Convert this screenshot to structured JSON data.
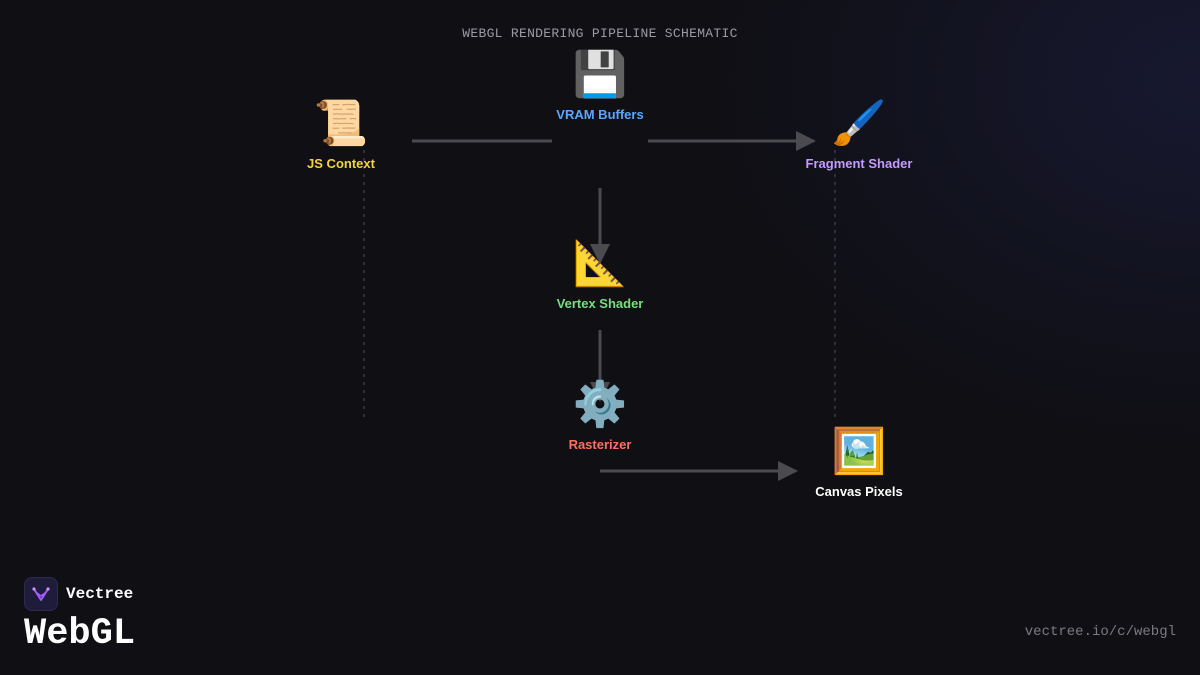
{
  "diagram": {
    "title": "WEBGL RENDERING PIPELINE SCHEMATIC",
    "nodes": {
      "js_context": {
        "label": "JS Context",
        "icon": "📜",
        "icon_name": "scroll-icon",
        "color": "#f5d33a"
      },
      "vram_buffers": {
        "label": "VRAM Buffers",
        "icon": "💾",
        "icon_name": "floppy-disk-icon",
        "color": "#5aa7ff"
      },
      "fragment_shader": {
        "label": "Fragment Shader",
        "icon": "🖌️",
        "icon_name": "paintbrush-icon",
        "color": "#c59bff"
      },
      "vertex_shader": {
        "label": "Vertex Shader",
        "icon": "📐",
        "icon_name": "triangle-ruler-icon",
        "color": "#74e07a"
      },
      "rasterizer": {
        "label": "Rasterizer",
        "icon": "⚙️",
        "icon_name": "gear-icon",
        "color": "#ff6f61"
      },
      "canvas_pixels": {
        "label": "Canvas Pixels",
        "icon": "🖼️",
        "icon_name": "framed-picture-icon",
        "color": "#ffffff"
      }
    },
    "edges": [
      {
        "from": "js_context",
        "to": "vram_buffers",
        "style": "solid"
      },
      {
        "from": "vram_buffers",
        "to": "fragment_shader",
        "style": "solid"
      },
      {
        "from": "vram_buffers",
        "to": "vertex_shader",
        "style": "solid"
      },
      {
        "from": "vertex_shader",
        "to": "rasterizer",
        "style": "solid"
      },
      {
        "from": "rasterizer",
        "to": "canvas_pixels",
        "style": "solid"
      },
      {
        "from": "js_context",
        "to": null,
        "style": "dotted"
      },
      {
        "from": "fragment_shader",
        "to": "canvas_pixels",
        "style": "dotted"
      }
    ]
  },
  "branding": {
    "name": "Vectree",
    "topic": "WebGL",
    "url": "vectree.io/c/webgl",
    "accent": "#a35cff"
  }
}
